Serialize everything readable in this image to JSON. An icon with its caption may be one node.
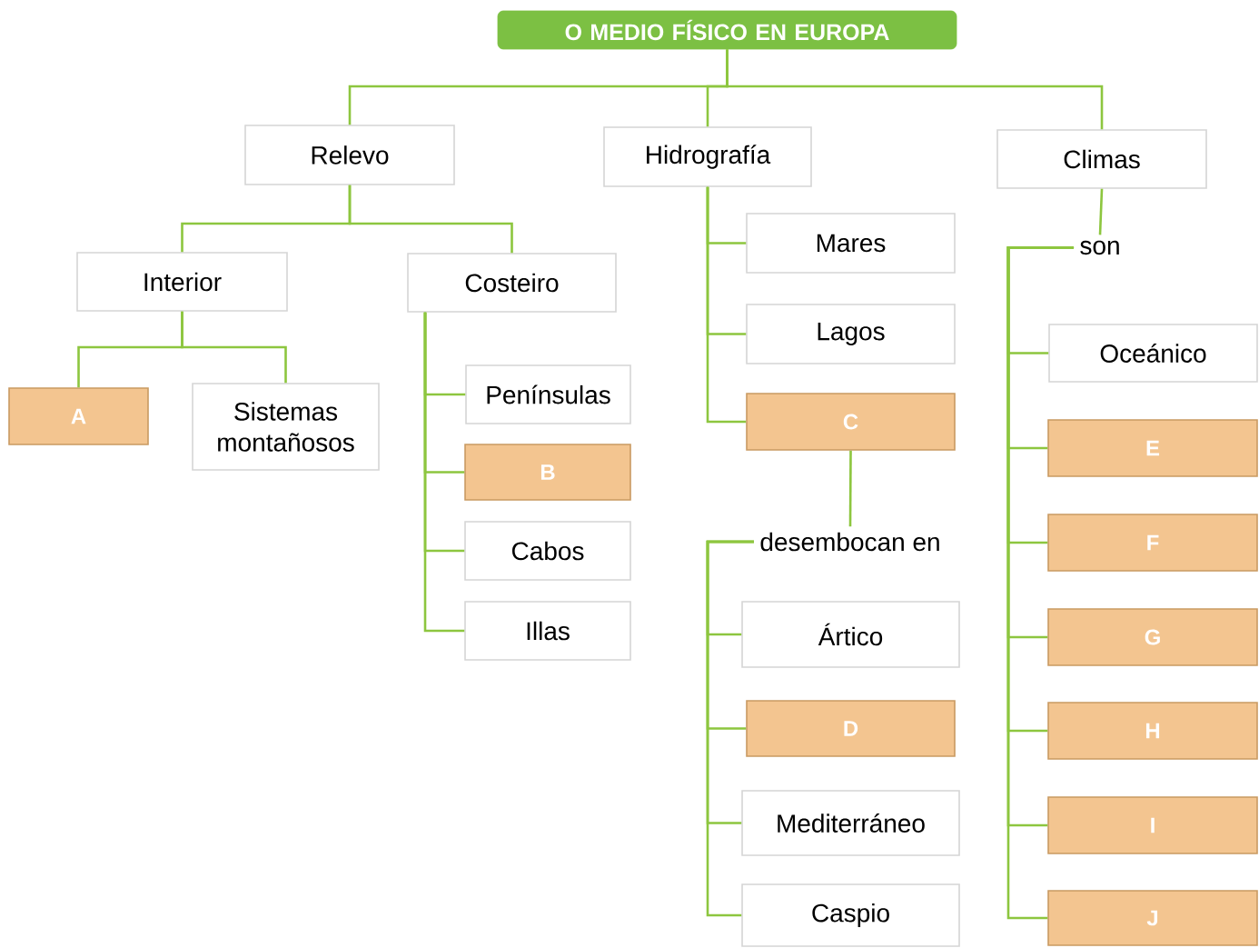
{
  "diagram": {
    "nodes": [
      {
        "text": [
          "O MEDIO FÍSICO EN EUROPA"
        ]
      },
      {
        "text": [
          "Relevo"
        ]
      },
      {
        "text": [
          "Hidrografía"
        ]
      },
      {
        "text": [
          "Climas"
        ]
      },
      {
        "text": [
          "Interior"
        ]
      },
      {
        "text": [
          "Costeiro"
        ]
      },
      {
        "text": [
          "A"
        ]
      },
      {
        "text": [
          "Sistemas montañosos"
        ]
      },
      {
        "text": [
          "Penínsulas"
        ]
      },
      {
        "text": [
          "B"
        ]
      },
      {
        "text": [
          "Cabos"
        ]
      },
      {
        "text": [
          "Illas"
        ]
      },
      {
        "text": [
          "Mares"
        ]
      },
      {
        "text": [
          "Lagos"
        ]
      },
      {
        "text": [
          "C"
        ]
      },
      {
        "text": [
          "desembocan en"
        ]
      },
      {
        "text": [
          "Ártico"
        ]
      },
      {
        "text": [
          "D"
        ]
      },
      {
        "text": [
          "Mediterráneo"
        ]
      },
      {
        "text": [
          "Caspio"
        ]
      },
      {
        "text": [
          "son"
        ]
      },
      {
        "text": [
          "Oceánico"
        ]
      },
      {
        "text": [
          "E"
        ]
      },
      {
        "text": [
          "F"
        ]
      },
      {
        "text": [
          "G"
        ]
      },
      {
        "text": [
          "H"
        ]
      },
      {
        "text": [
          "I"
        ]
      },
      {
        "text": [
          "J"
        ]
      }
    ],
    "edges": [
      {
        "from": 0,
        "to": 1,
        "arrow": "none"
      },
      {
        "from": 0,
        "to": 2,
        "arrow": "none"
      },
      {
        "from": 0,
        "to": 3,
        "arrow": "none"
      },
      {
        "from": 1,
        "to": 4,
        "arrow": "none"
      },
      {
        "from": 1,
        "to": 5,
        "arrow": "none"
      },
      {
        "from": 4,
        "to": 6,
        "arrow": "none"
      },
      {
        "from": 4,
        "to": 7,
        "arrow": "none"
      },
      {
        "from": 5,
        "to": 8,
        "arrow": "none"
      },
      {
        "from": 5,
        "to": 9,
        "arrow": "none"
      },
      {
        "from": 5,
        "to": 10,
        "arrow": "none"
      },
      {
        "from": 5,
        "to": 11,
        "arrow": "none"
      },
      {
        "from": 2,
        "to": 12,
        "arrow": "none"
      },
      {
        "from": 2,
        "to": 13,
        "arrow": "none"
      },
      {
        "from": 2,
        "to": 14,
        "arrow": "none"
      },
      {
        "from": 14,
        "to": 15,
        "arrow": "none"
      },
      {
        "from": 15,
        "to": 16,
        "arrow": "none"
      },
      {
        "from": 15,
        "to": 17,
        "arrow": "none"
      },
      {
        "from": 15,
        "to": 18,
        "arrow": "none"
      },
      {
        "from": 15,
        "to": 19,
        "arrow": "none"
      },
      {
        "from": 3,
        "to": 20,
        "arrow": "none"
      },
      {
        "from": 20,
        "to": 21,
        "arrow": "none"
      },
      {
        "from": 20,
        "to": 22,
        "arrow": "none"
      },
      {
        "from": 20,
        "to": 23,
        "arrow": "none"
      },
      {
        "from": 20,
        "to": 24,
        "arrow": "none"
      },
      {
        "from": 20,
        "to": 25,
        "arrow": "none"
      },
      {
        "from": 20,
        "to": 26,
        "arrow": "none"
      },
      {
        "from": 20,
        "to": 27,
        "arrow": "none"
      }
    ]
  }
}
